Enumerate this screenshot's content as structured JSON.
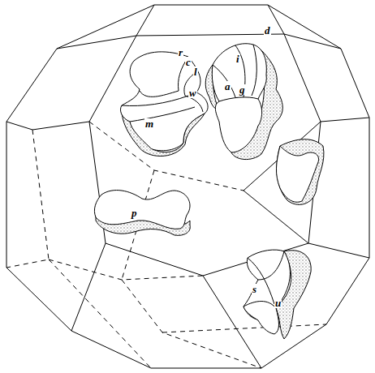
{
  "diagram": {
    "labels": [
      "r",
      "c",
      "l",
      "w",
      "m",
      "d",
      "i",
      "a",
      "g",
      "p",
      "s",
      "u"
    ]
  }
}
